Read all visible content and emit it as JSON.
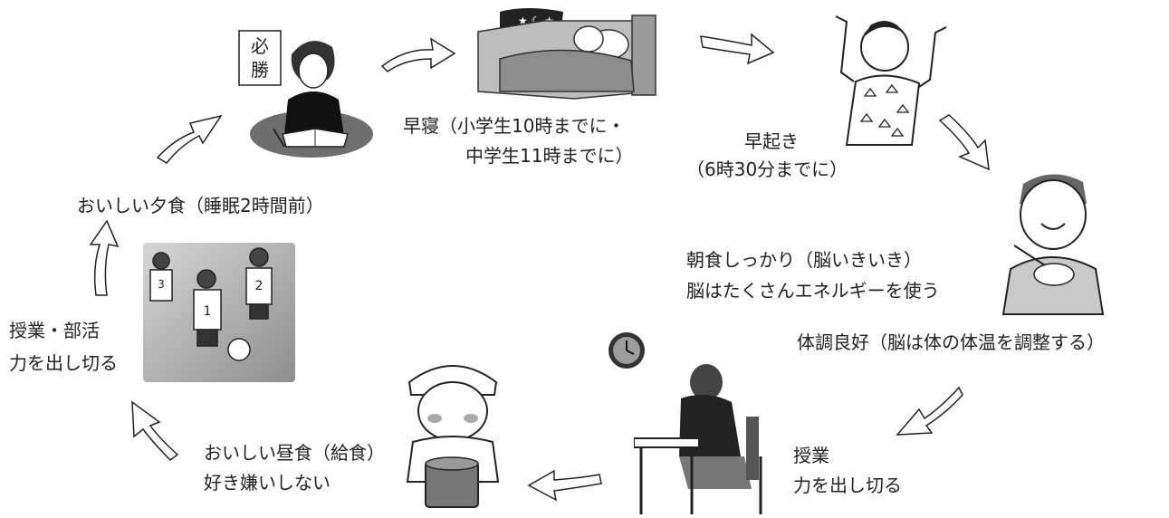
{
  "labels": {
    "bedtime_line1": "早寝（小学生10時までに・",
    "bedtime_line2": "中学生11時までに）",
    "wakeup_line1": "早起き",
    "wakeup_line2": "（6時30分までに）",
    "breakfast_line1": "朝食しっかり（脳いきいき）",
    "breakfast_line2": "脳はたくさんエネルギーを使う",
    "condition": "体調良好（脳は体の体温を調整する）",
    "class_line1": "授業",
    "class_line2": "力を出し切る",
    "lunch_line1": "おいしい昼食（給食）",
    "lunch_line2": "好き嫌いしない",
    "club_line1": "授業・部活",
    "club_line2": "力を出し切る",
    "dinner": "おいしい夕食（睡眠2時間前）"
  },
  "study_card_text": [
    "必",
    "勝"
  ],
  "jersey_numbers": [
    "3",
    "1",
    "2"
  ],
  "colors": {
    "ink": "#222222",
    "arrow_fill": "#ffffff",
    "photo_bg": "#b9b9b9"
  }
}
